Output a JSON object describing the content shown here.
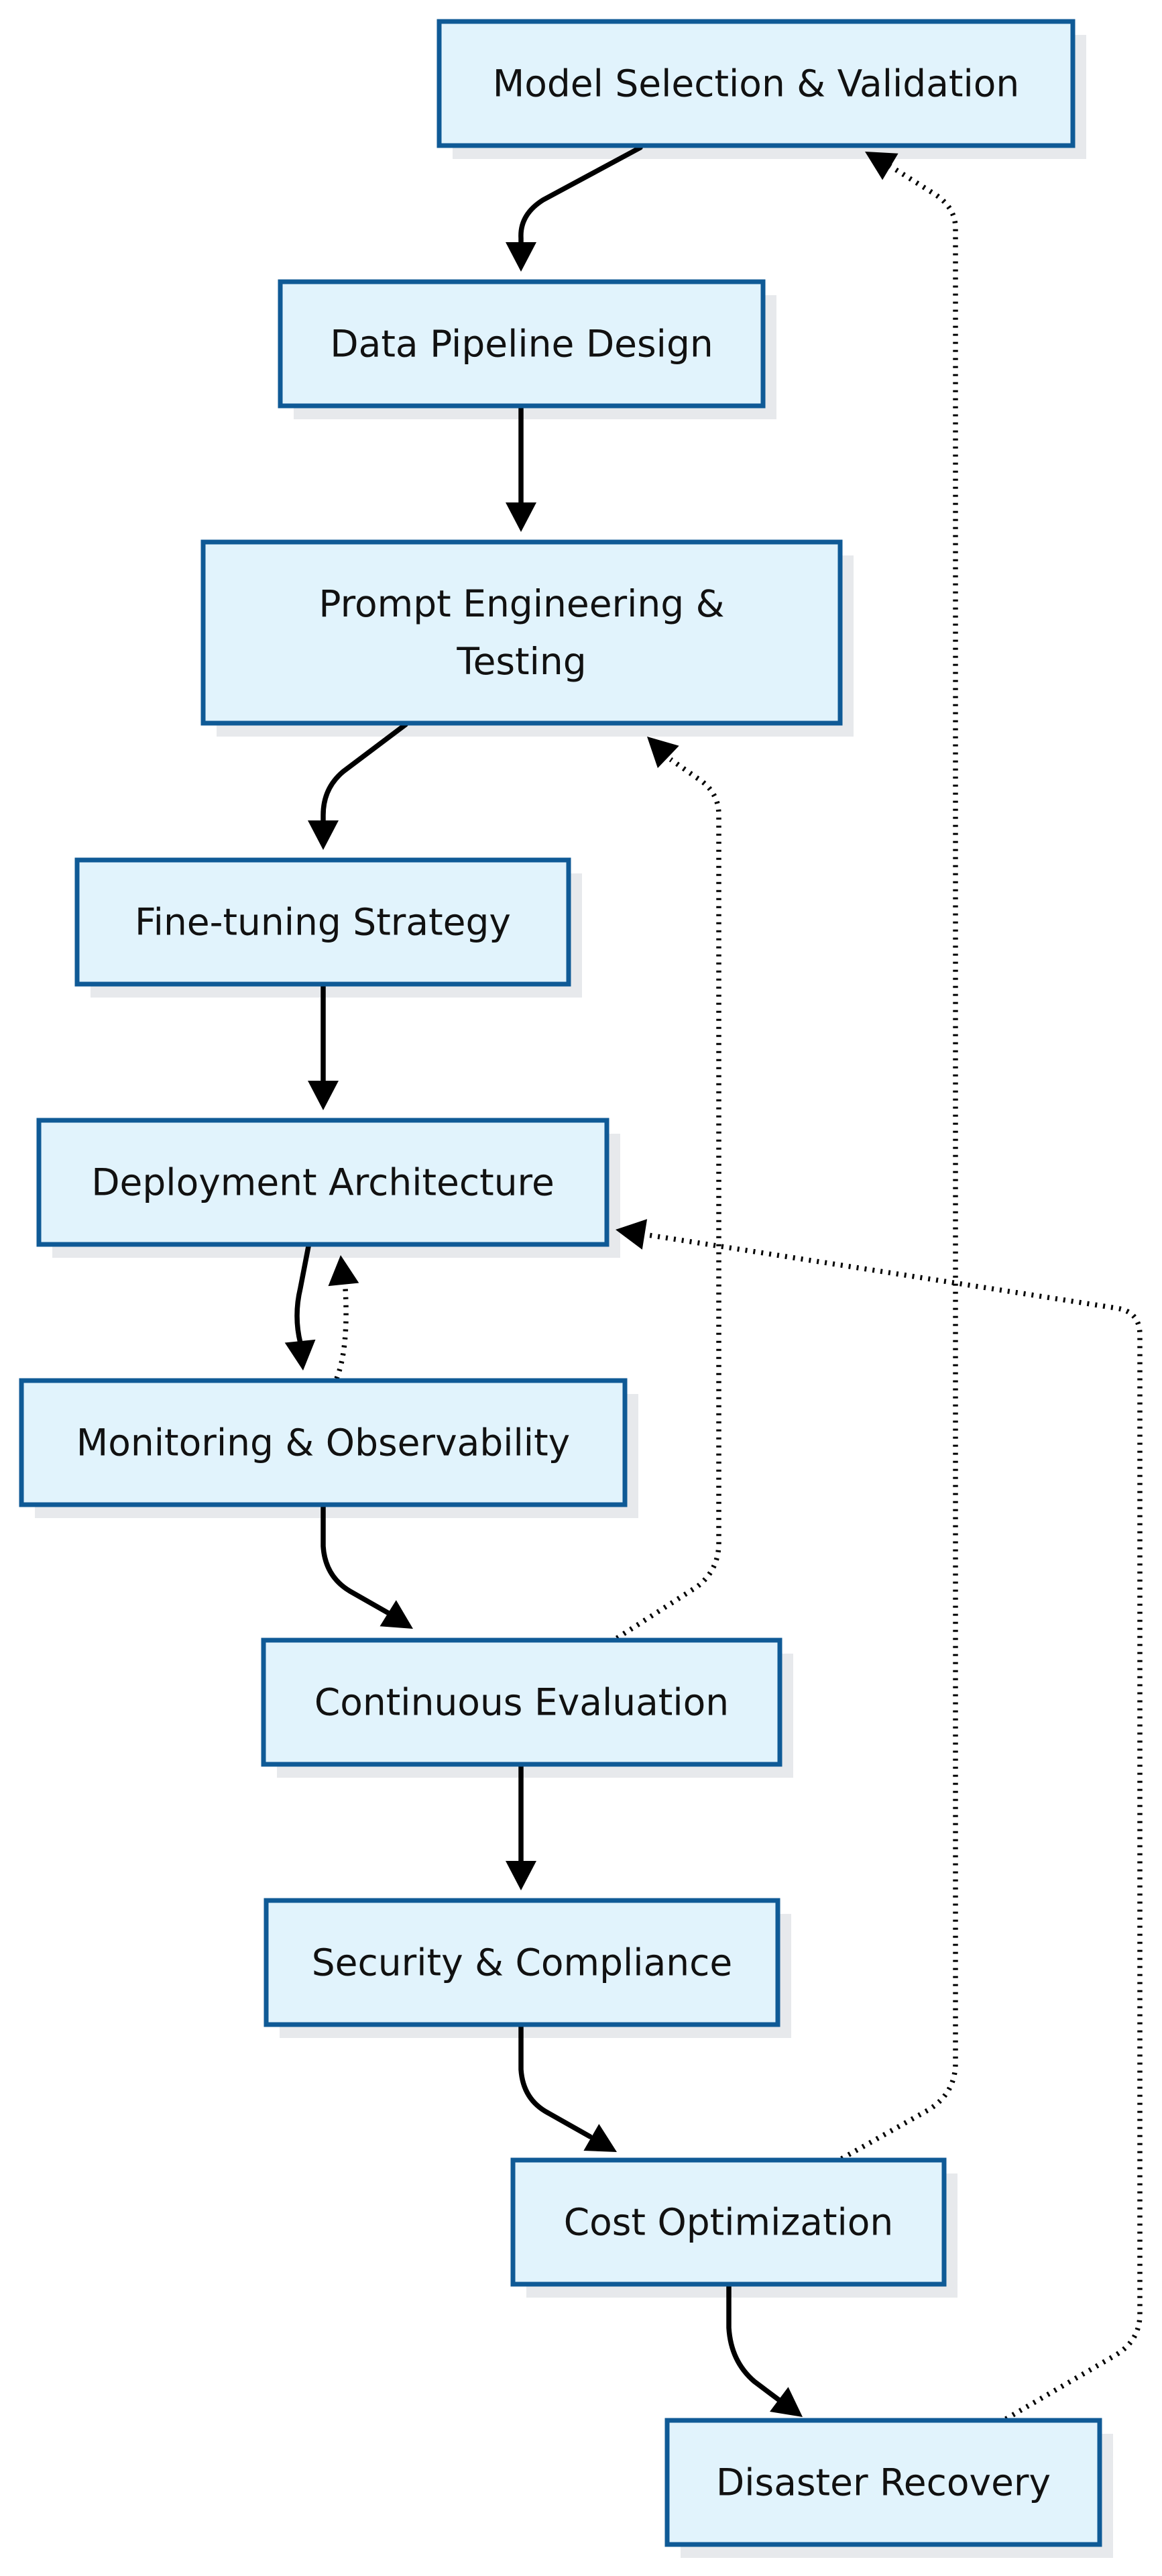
{
  "nodes": [
    {
      "id": "model-selection",
      "label": [
        "Model Selection & Validation"
      ]
    },
    {
      "id": "data-pipeline",
      "label": [
        "Data Pipeline Design"
      ]
    },
    {
      "id": "prompt-engineering",
      "label": [
        "Prompt Engineering &",
        "Testing"
      ]
    },
    {
      "id": "fine-tuning",
      "label": [
        "Fine-tuning Strategy"
      ]
    },
    {
      "id": "deployment",
      "label": [
        "Deployment Architecture"
      ]
    },
    {
      "id": "monitoring",
      "label": [
        "Monitoring & Observability"
      ]
    },
    {
      "id": "continuous-evaluation",
      "label": [
        "Continuous Evaluation"
      ]
    },
    {
      "id": "security",
      "label": [
        "Security & Compliance"
      ]
    },
    {
      "id": "cost-optimization",
      "label": [
        "Cost Optimization"
      ]
    },
    {
      "id": "disaster-recovery",
      "label": [
        "Disaster Recovery"
      ]
    }
  ],
  "edges": [
    {
      "from": "model-selection",
      "to": "data-pipeline",
      "style": "solid"
    },
    {
      "from": "data-pipeline",
      "to": "prompt-engineering",
      "style": "solid"
    },
    {
      "from": "prompt-engineering",
      "to": "fine-tuning",
      "style": "solid"
    },
    {
      "from": "fine-tuning",
      "to": "deployment",
      "style": "solid"
    },
    {
      "from": "deployment",
      "to": "monitoring",
      "style": "solid"
    },
    {
      "from": "monitoring",
      "to": "deployment",
      "style": "dotted"
    },
    {
      "from": "monitoring",
      "to": "continuous-evaluation",
      "style": "solid"
    },
    {
      "from": "continuous-evaluation",
      "to": "security",
      "style": "solid"
    },
    {
      "from": "security",
      "to": "cost-optimization",
      "style": "solid"
    },
    {
      "from": "cost-optimization",
      "to": "disaster-recovery",
      "style": "solid"
    },
    {
      "from": "continuous-evaluation",
      "to": "prompt-engineering",
      "style": "dotted"
    },
    {
      "from": "cost-optimization",
      "to": "model-selection",
      "style": "dotted"
    },
    {
      "from": "disaster-recovery",
      "to": "deployment",
      "style": "dotted"
    }
  ],
  "colors": {
    "node_fill": "#e1f3fc",
    "node_border": "#0f5a96",
    "node_shadow": "#e7e9ec",
    "edge": "#000000",
    "text": "#111111"
  }
}
